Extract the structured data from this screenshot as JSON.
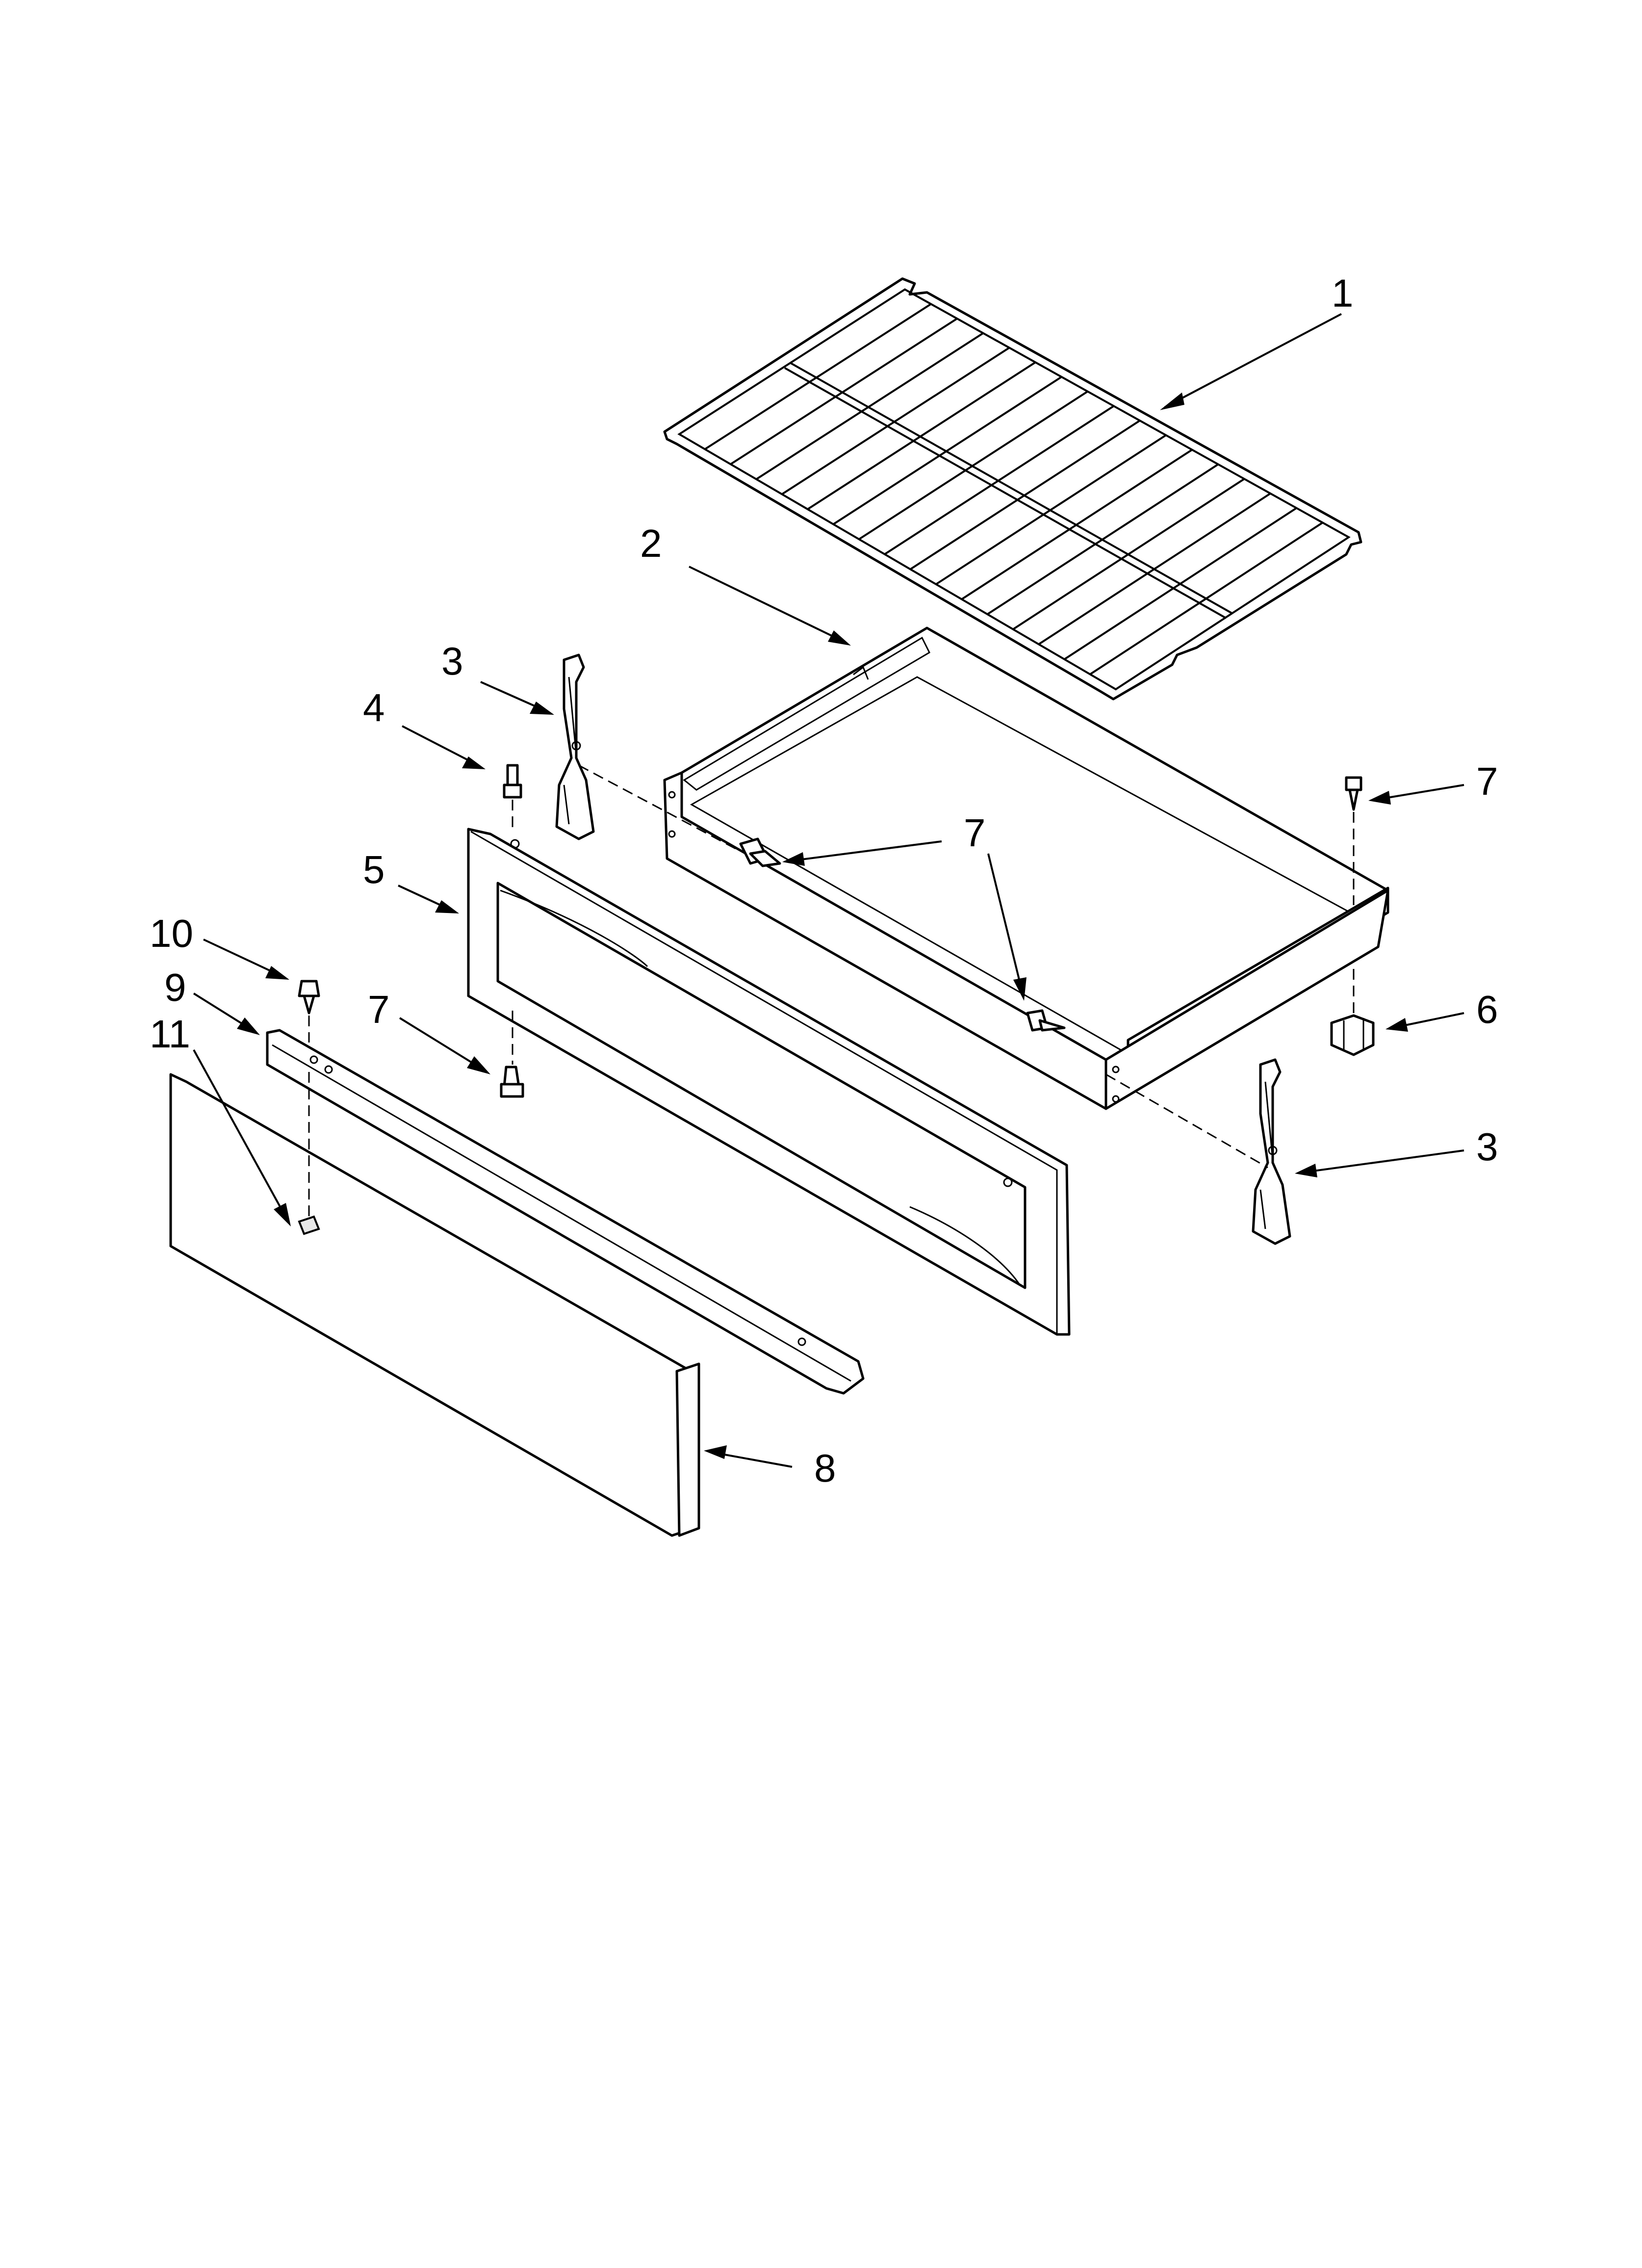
{
  "callouts": [
    {
      "id": "c1",
      "label": "1"
    },
    {
      "id": "c2",
      "label": "2"
    },
    {
      "id": "c3a",
      "label": "3"
    },
    {
      "id": "c3b",
      "label": "3"
    },
    {
      "id": "c4",
      "label": "4"
    },
    {
      "id": "c5",
      "label": "5"
    },
    {
      "id": "c6",
      "label": "6"
    },
    {
      "id": "c7a",
      "label": "7"
    },
    {
      "id": "c7b",
      "label": "7"
    },
    {
      "id": "c7c",
      "label": "7"
    },
    {
      "id": "c8",
      "label": "8"
    },
    {
      "id": "c9",
      "label": "9"
    },
    {
      "id": "c10",
      "label": "10"
    },
    {
      "id": "c11",
      "label": "11"
    }
  ]
}
